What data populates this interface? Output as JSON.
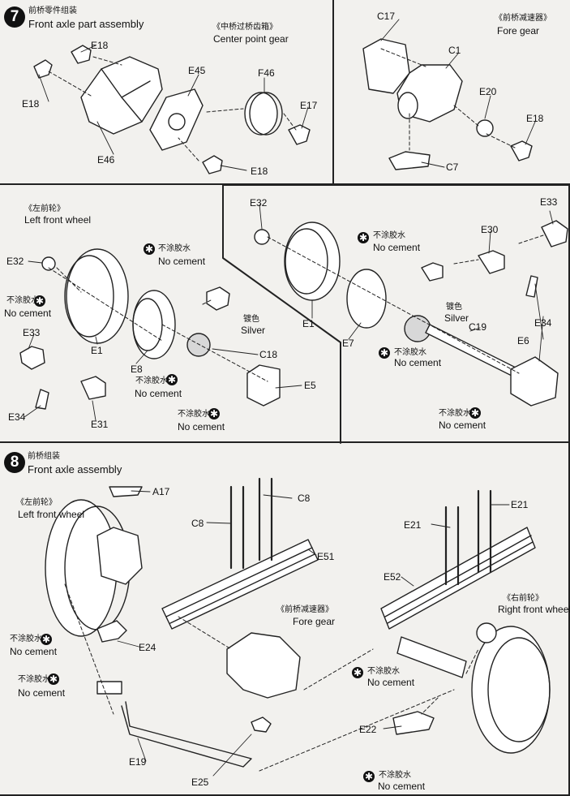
{
  "step7": {
    "number": "7",
    "title_cn": "前桥零件组装",
    "title_en": "Front axle part assembly",
    "parts": {
      "e18a": "E18",
      "e18b": "E18",
      "e18c": "E18",
      "e46": "E46",
      "e45": "E45",
      "f46": "F46",
      "e17": "E17"
    },
    "center_gear_cn": "《中桥过桥齿箱》",
    "center_gear_en": "Center point gear"
  },
  "fore_gear_panel": {
    "parts": {
      "c17": "C17",
      "c1": "C1",
      "e20": "E20",
      "e18": "E18",
      "c7": "C7"
    },
    "label_cn": "《前桥减速器》",
    "label_en": "Fore gear"
  },
  "left_wheel_panel": {
    "label_cn": "《左前轮》",
    "label_en": "Left front wheel",
    "parts": {
      "e32": "E32",
      "e1": "E1",
      "e8": "E8",
      "e33": "E33",
      "e34": "E34",
      "e31": "E31",
      "c18": "C18",
      "e5": "E5"
    },
    "no_cement_cn": "不涂胶水",
    "no_cement_en": "No cement",
    "silver_cn": "镀色",
    "silver_en": "Silver"
  },
  "right_assembly_panel": {
    "parts": {
      "e32": "E32",
      "e33": "E33",
      "e30": "E30",
      "e1": "E1",
      "e7": "E7",
      "c19": "C19",
      "e34": "E34",
      "e6": "E6"
    },
    "no_cement_cn": "不涂胶水",
    "no_cement_en": "No cement",
    "silver_cn": "镀色",
    "silver_en": "Silver"
  },
  "step8": {
    "number": "8",
    "title_cn": "前桥组装",
    "title_en": "Front axle assembly",
    "parts": {
      "a17": "A17",
      "c8a": "C8",
      "c8b": "C8",
      "e51": "E51",
      "e21a": "E21",
      "e21b": "E21",
      "e52": "E52",
      "e24": "E24",
      "e19": "E19",
      "e22": "E22",
      "e25": "E25"
    },
    "left_wheel_cn": "《左前轮》",
    "left_wheel_en": "Left front wheel",
    "right_wheel_cn": "《右前轮》",
    "right_wheel_en": "Right front wheel",
    "fore_gear_cn": "《前桥减速器》",
    "fore_gear_en": "Fore gear",
    "no_cement_cn": "不涂胶水",
    "no_cement_en": "No cement"
  },
  "icons": {
    "no_cement_symbol": "✱"
  }
}
